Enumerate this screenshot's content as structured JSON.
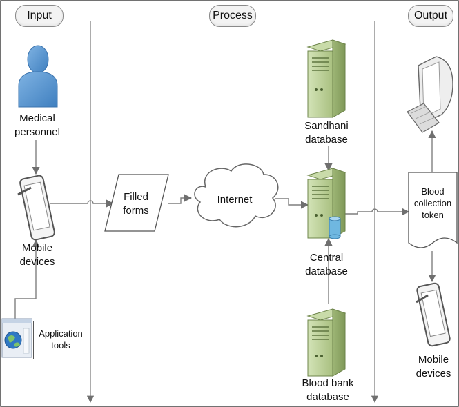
{
  "lanes": {
    "input": "Input",
    "process": "Process",
    "output": "Output"
  },
  "labels": {
    "medical_personnel": "Medical\npersonnel",
    "mobile_devices_left": "Mobile\ndevices",
    "application_tools": "Application\ntools",
    "filled_forms": "Filled\nforms",
    "internet": "Internet",
    "sandhani_database": "Sandhani\ndatabase",
    "central_database": "Central\ndatabase",
    "blood_bank_database": "Blood bank\ndatabase",
    "blood_collection_token": "Blood\ncollection\ntoken",
    "mobile_devices_right": "Mobile\ndevices"
  },
  "colors": {
    "person": "#5b9bd5",
    "server": "#b9cf97",
    "server_dark": "#8fa870",
    "line": "#7f7f7f",
    "db": "#6fb7e0"
  },
  "icons": [
    "person-icon",
    "tablet-icon",
    "app-tools-icon",
    "cloud-icon",
    "server-icon",
    "database-icon",
    "computer-icon",
    "token-shape"
  ]
}
